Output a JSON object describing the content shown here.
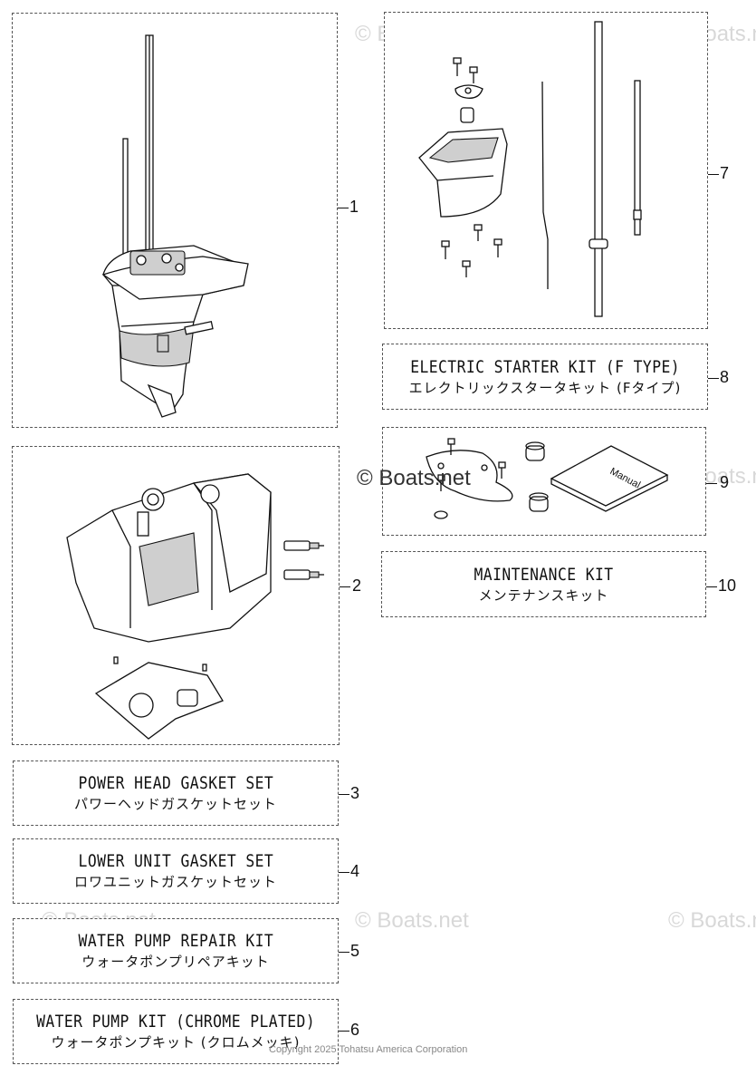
{
  "watermark_text": "© Boats.net",
  "copyright": "Copyright 2025 Tohatsu America Corporation",
  "parts": [
    {
      "ref": "1"
    },
    {
      "ref": "2"
    },
    {
      "ref": "3",
      "en": "POWER HEAD GASKET SET",
      "jp": "パワーヘッドガスケットセット"
    },
    {
      "ref": "4",
      "en": "LOWER UNIT GASKET SET",
      "jp": "ロワユニットガスケットセット"
    },
    {
      "ref": "5",
      "en": "WATER PUMP REPAIR KIT",
      "jp": "ウォータポンプリペアキット"
    },
    {
      "ref": "6",
      "en": "WATER PUMP KIT (CHROME PLATED)",
      "jp": "ウォータポンプキット (クロムメッキ)"
    },
    {
      "ref": "7"
    },
    {
      "ref": "8",
      "en": "ELECTRIC STARTER KIT  (F TYPE)",
      "jp": "エレクトリックスタータキット (Fタイプ)"
    },
    {
      "ref": "9"
    },
    {
      "ref": "10",
      "en": "MAINTENANCE KIT",
      "jp": "メンテナンスキット"
    }
  ],
  "manual_label": "Manual"
}
